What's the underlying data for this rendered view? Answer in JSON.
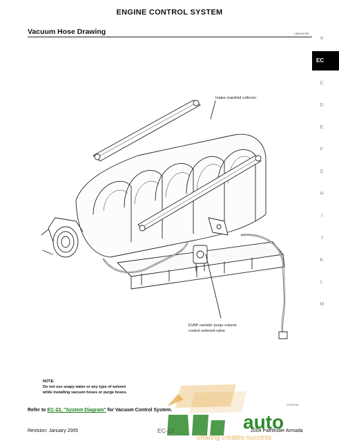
{
  "header": {
    "title": "ENGINE CONTROL SYSTEM",
    "section": "Vacuum Hose Drawing",
    "code": "UBS00CPB"
  },
  "side_tabs": [
    "A",
    "EC",
    "C",
    "D",
    "E",
    "F",
    "G",
    "H",
    "I",
    "J",
    "K",
    "L",
    "M"
  ],
  "side_tab_active": "EC",
  "diagram": {
    "callout_collector": "Intake manifold collector",
    "callout_evap_1": "EVAP canister purge volume",
    "callout_evap_2": "control solenoid valve"
  },
  "note": {
    "label": "NOTE:",
    "line1": "Do not use soapy water or any type of solvent",
    "line2": "while installing vacuum hoses or purge hoses."
  },
  "figure_code": "PBIB0048E",
  "refer": {
    "prefix": "Refer to",
    "link": "EC-22, \"System Diagram\"",
    "suffix": "for Vacuum Control System."
  },
  "footer": {
    "revision": "Revision: January 2005",
    "page": "EC-23",
    "model": "2004 Pathfinder Armada"
  },
  "watermark": {
    "brand": "auto",
    "tagline": "Sharing creates success"
  },
  "colors": {
    "link": "#1b7d1b",
    "watermark_green": "#2f8a2c",
    "watermark_orange": "#e6a640"
  }
}
